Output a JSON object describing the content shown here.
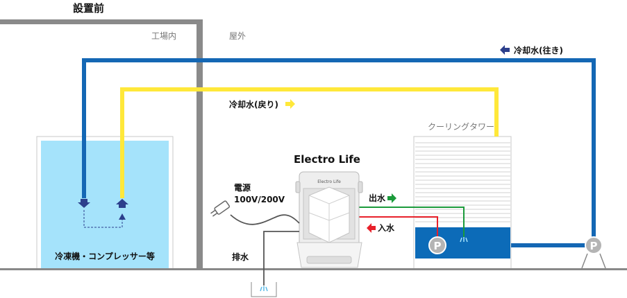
{
  "title": "設置前",
  "zones": {
    "indoor": "工場内",
    "outdoor": "屋外"
  },
  "labels": {
    "chiller": "冷凍機・コンプレッサー等",
    "cooling_tower": "クーリングタワー",
    "device_name": "Electro Life",
    "device_logo": "Electro Life",
    "power_line1": "電源",
    "power_line2": "100V/200V",
    "outlet": "出水",
    "inlet": "入水",
    "drain": "排水",
    "return_water": "冷却水(戻り)",
    "supply_water": "冷却水(往き)",
    "pump": "P"
  },
  "colors": {
    "supply_pipe": "#1467b4",
    "return_pipe": "#ffe83a",
    "outlet_pipe": "#1a9a3a",
    "inlet_pipe": "#e8202a",
    "chiller_fill": "#a5e3fb",
    "wall": "#8a8a8a",
    "arrow_navy": "#2c3f8c",
    "ground": "#888888",
    "tower_water": "#0c6bb8"
  }
}
